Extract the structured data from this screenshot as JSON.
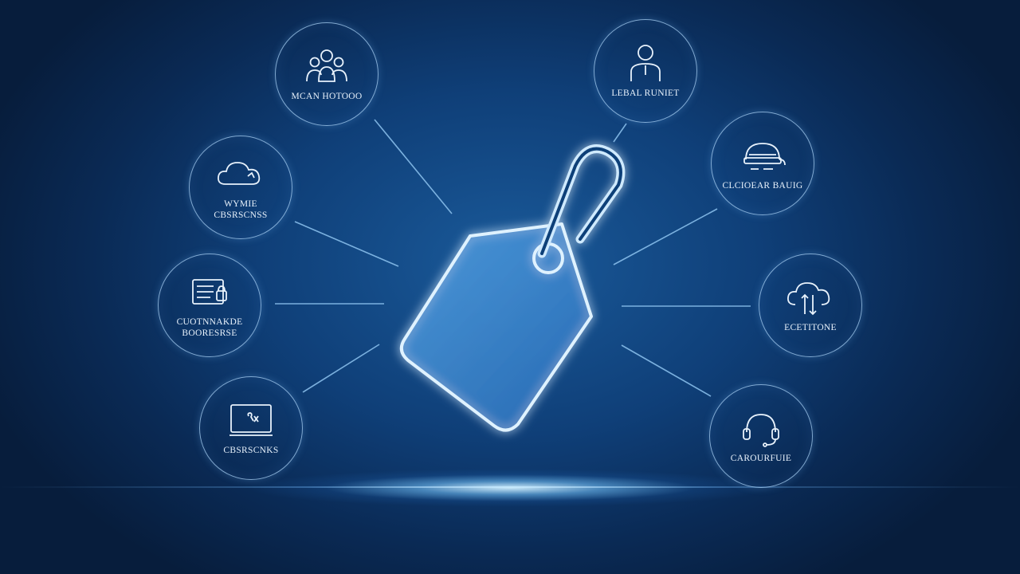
{
  "nodes": [
    {
      "id": "n1",
      "label": "MCAN HOTOOO",
      "icon": "people-group-icon"
    },
    {
      "id": "n2",
      "label": "WYMIE\nCBSRSCNSS",
      "icon": "cloud-icon"
    },
    {
      "id": "n3",
      "label": "CUOTNNAKDE\nBOORESRSE",
      "icon": "document-lock-icon"
    },
    {
      "id": "n4",
      "label": "CBSRSCNKS",
      "icon": "monitor-icon"
    },
    {
      "id": "n5",
      "label": "LEBAL RUNIET",
      "icon": "person-icon"
    },
    {
      "id": "n6",
      "label": "CLCIOEAR BAUIG",
      "icon": "hard-hat-icon"
    },
    {
      "id": "n7",
      "label": "ECETITONE",
      "icon": "cloud-upload-icon"
    },
    {
      "id": "n8",
      "label": "CAROURFUIE",
      "icon": "headset-icon"
    }
  ],
  "center": {
    "icon": "price-tag-icon"
  },
  "colors": {
    "accent": "#bfe3ff",
    "line": "#8ec4f0",
    "background": "#0f3f78"
  }
}
